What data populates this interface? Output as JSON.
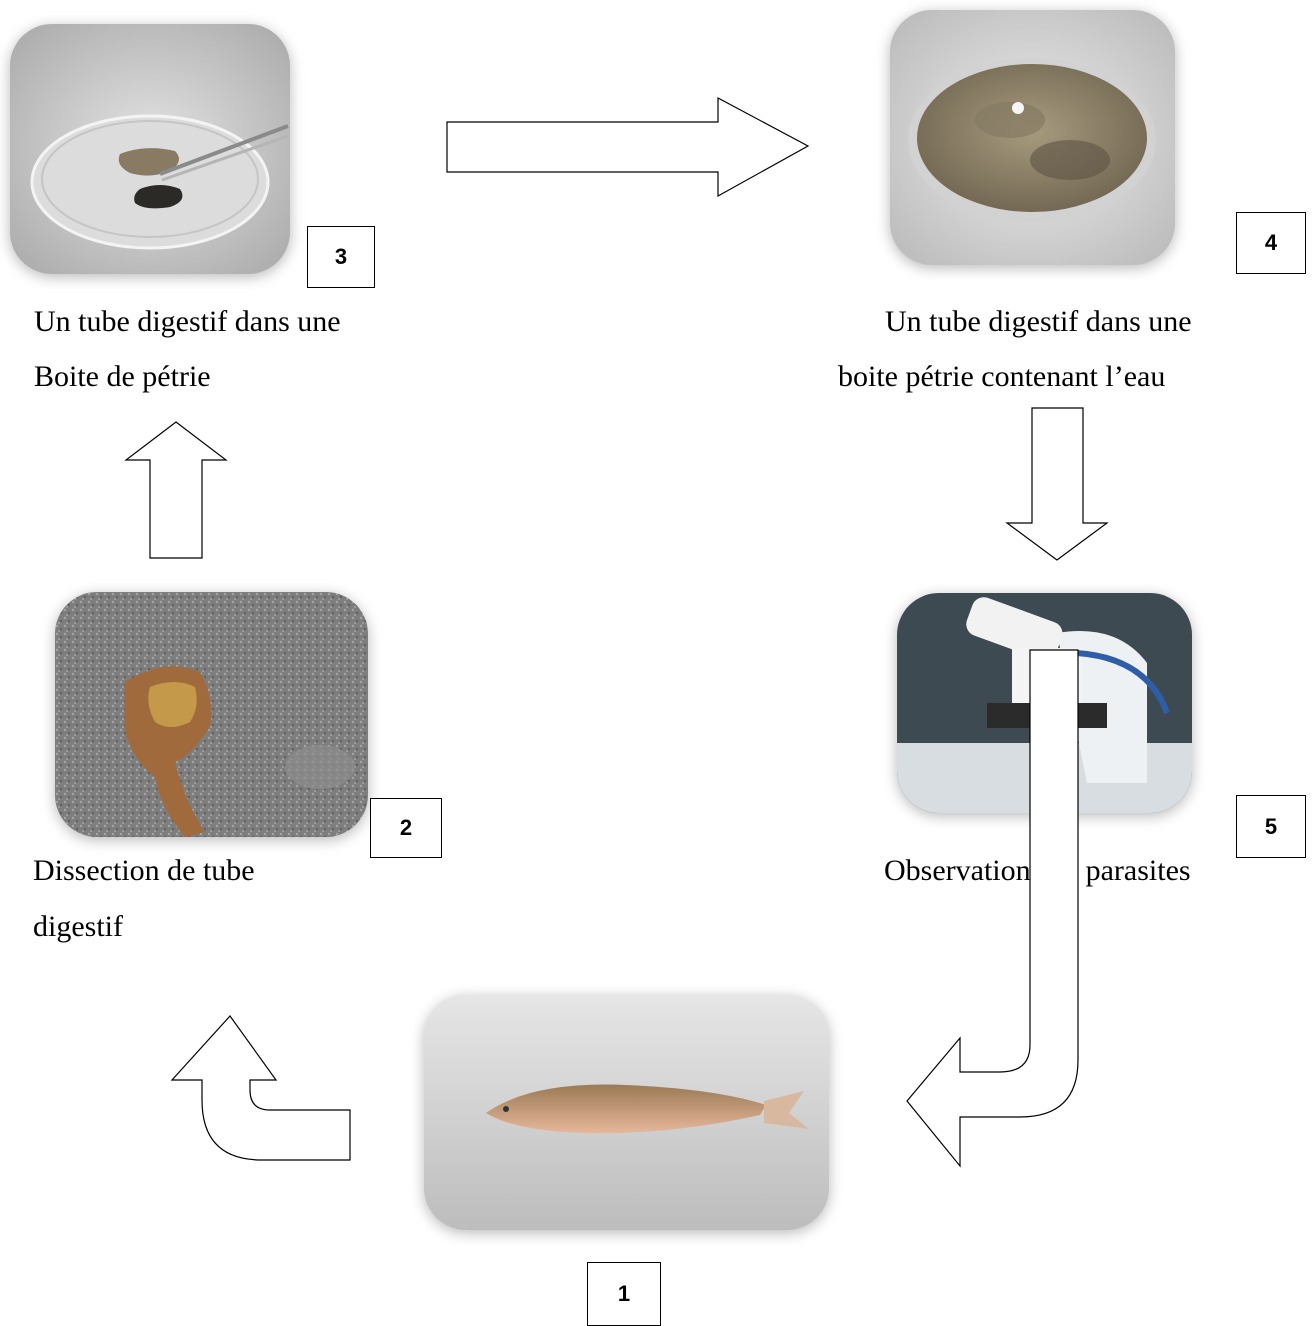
{
  "steps": [
    {
      "number": "1",
      "photo_subject": "fish-photo"
    },
    {
      "number": "2",
      "photo_subject": "dissection-photo",
      "caption_lines": [
        "Dissection de tube",
        "digestif"
      ]
    },
    {
      "number": "3",
      "photo_subject": "petri-dish-photo",
      "caption_lines": [
        "Un tube digestif dans une",
        "Boite de pétrie"
      ]
    },
    {
      "number": "4",
      "photo_subject": "petri-dish-water-photo",
      "caption_lines": [
        "Un tube digestif dans une",
        "boite pétrie contenant l’eau"
      ]
    },
    {
      "number": "5",
      "photo_subject": "microscope-photo",
      "caption_lines": [
        "Observation des parasites"
      ]
    }
  ]
}
